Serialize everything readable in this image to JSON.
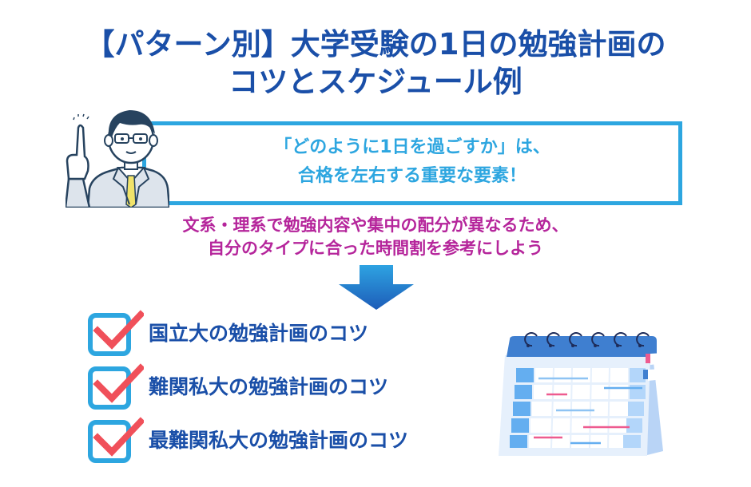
{
  "title": {
    "line1": "【パターン別】大学受験の1日の勉強計画の",
    "line2": "コツとスケジュール例",
    "color": "#1a4fa8"
  },
  "speech": {
    "line1": "「どのように1日を過ごすか」は、",
    "line2": "合格を左右する重要な要素！",
    "color": "#2da6e0"
  },
  "subtext": {
    "line1": "文系・理系で勉強内容や集中の配分が異なるため、",
    "line2": "自分のタイプに合った時間割を参考にしよう",
    "color": "#b5259b"
  },
  "checklist": {
    "items": [
      {
        "label": "国立大の勉強計画のコツ"
      },
      {
        "label": "難関私大の勉強計画のコツ"
      },
      {
        "label": "最難関私大の勉強計画のコツ"
      }
    ],
    "box_color": "#2da6e0",
    "check_color": "#f0505a"
  },
  "icons": {
    "person": "teacher-pointing-illustration",
    "arrow": "arrow-down-icon",
    "calendar": "calendar-icon"
  }
}
